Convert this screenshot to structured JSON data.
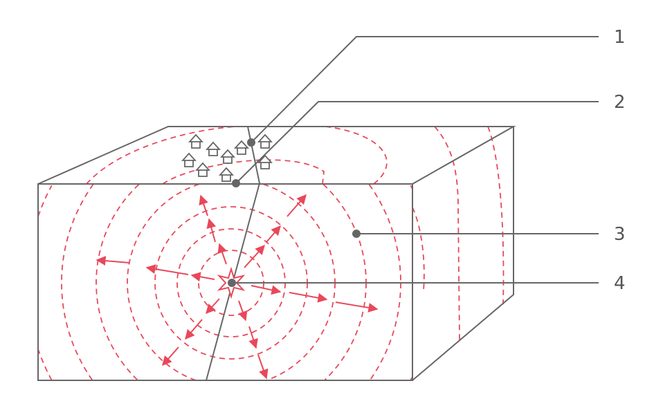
{
  "labels": [
    "1",
    "2",
    "3",
    "4"
  ],
  "colors": {
    "wave": "#e8485a",
    "line": "#666666"
  },
  "icons": [
    "house-icon",
    "epicenter-star-icon"
  ]
}
